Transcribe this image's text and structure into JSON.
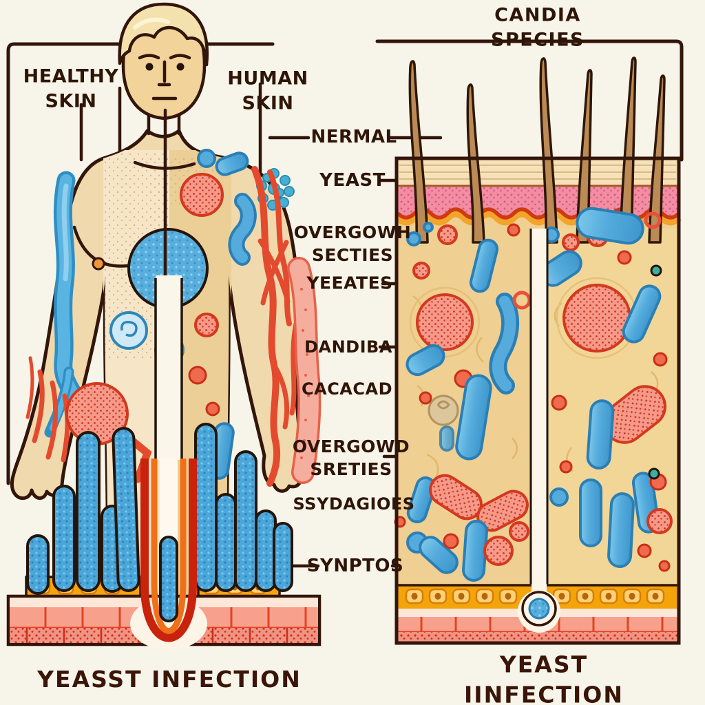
{
  "title": {
    "text": "CANDIA SPECIES"
  },
  "left_figure": {
    "label_left": "HEALTHY\nSKIN",
    "label_right": "HUMAN\nSKIN",
    "caption": "YEASST INFECTION"
  },
  "right_panel": {
    "caption": "YEAST IINFECTION"
  },
  "side_labels": [
    {
      "id": "nermal",
      "text": "NERMAL"
    },
    {
      "id": "yeast",
      "text": "YEAST"
    },
    {
      "id": "overgowh-secties",
      "text": "OVERGOWH\nSECTIES"
    },
    {
      "id": "yeeates",
      "text": "YEEATES"
    },
    {
      "id": "dandiba",
      "text": "DANDIBA"
    },
    {
      "id": "cacacad",
      "text": "CACACAD"
    },
    {
      "id": "overgowd-sreties",
      "text": "OVERGOWD\nSRETIES"
    },
    {
      "id": "ssydagioes",
      "text": "SSYDAGIOES"
    },
    {
      "id": "synptos",
      "text": "SYNPTOS"
    }
  ],
  "palette": {
    "background": "#f7f5ea",
    "outline_brown": "#33150a",
    "skin": "#f0d9ad",
    "skin_light": "#f6e6c7",
    "skin_shade": "#ebcf96",
    "microbe_blue": "#4fa9dc",
    "microbe_red": "#e8503a",
    "red_texture": "#f59a8a",
    "dermis_tan": "#efcf92",
    "epidermis_pink": "#f28da3",
    "orange_wave": "#f2a52a",
    "cell_layer_orange": "#f3a40a",
    "wall_pink": "#f7a18d",
    "brick_red": "#e34325",
    "hair_brown": "#bb8a55"
  }
}
